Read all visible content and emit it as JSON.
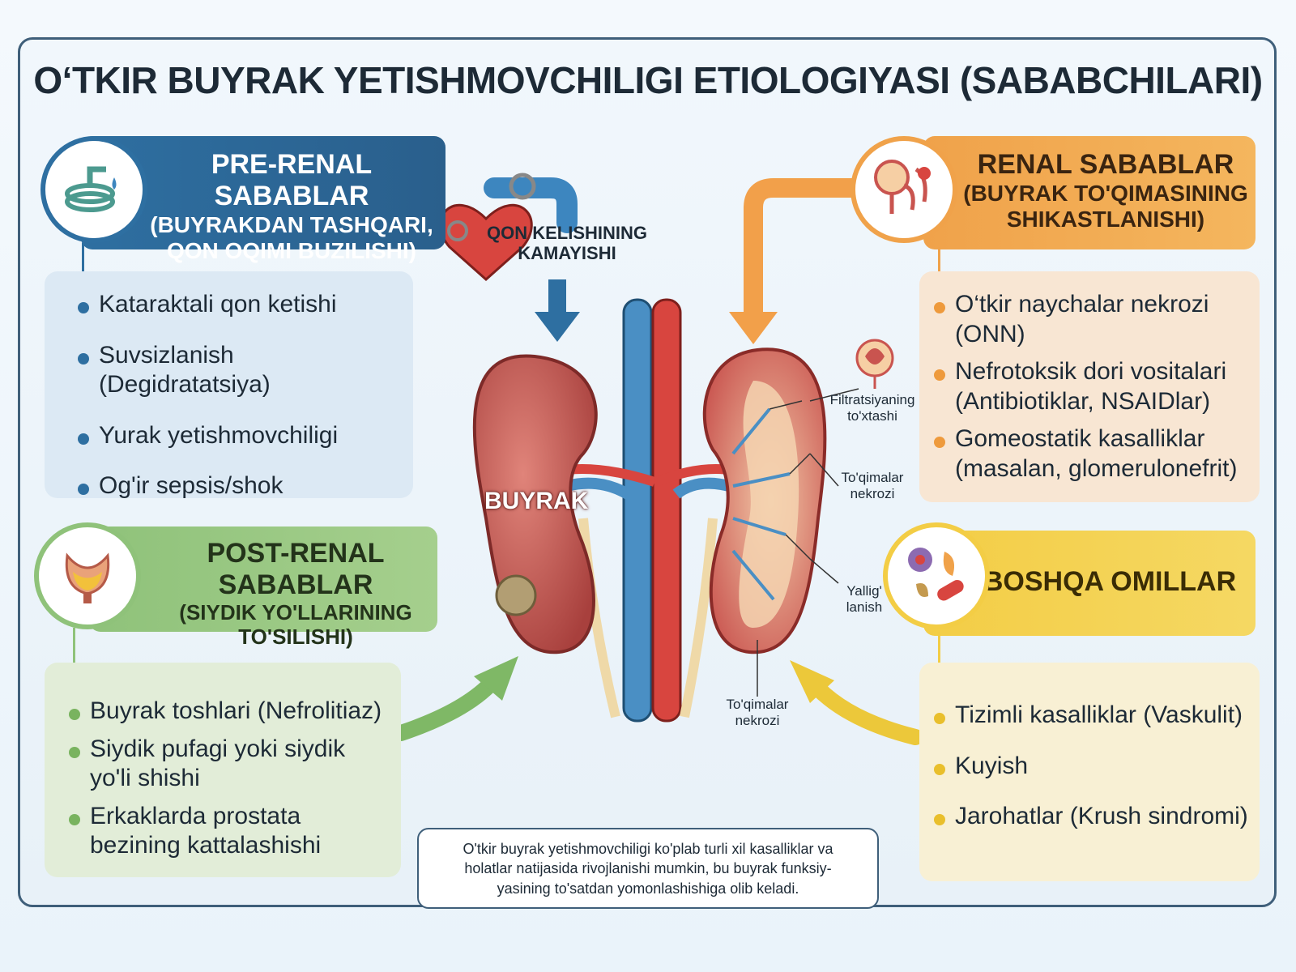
{
  "title": "O‘TKIR BUYRAK YETISHMOVCHILIGI ETIOLOGIYASI (SABABCHILARI)",
  "pre_renal": {
    "title": "PRE-RENAL SABABLAR",
    "subtitle_1": "(BUYRAKDAN TASHQARI,",
    "subtitle_2": "QON OQIMI BUZILISHI)",
    "items": [
      "Kataraktali qon ketishi",
      "Suvsizlanish (Degidratatsiya)",
      "Yurak yetishmovchiligi",
      "Og'ir sepsis/shok"
    ]
  },
  "renal": {
    "title": "RENAL SABABLAR",
    "subtitle_1": "(BUYRAK TO'QIMASINING",
    "subtitle_2": "SHIKASTLANISHI)",
    "items": [
      "O‘tkir naychalar nekrozi (ONN)",
      "Nefrotoksik dori vositalari (Antibiotiklar, NSAIDlar)",
      "Gomeostatik kasalliklar (masalan, glomerulonefrit)"
    ]
  },
  "post_renal": {
    "title": "POST-RENAL SABABLAR",
    "subtitle_1": "(SIYDIK YO'LLARINING",
    "subtitle_2": "TO'SILISHI)",
    "items": [
      "Buyrak toshlari (Nefrolitiaz)",
      "Siydik pufagi yoki siydik yo'li shishi",
      "Erkaklarda prostata bezining kattalashishi"
    ]
  },
  "other": {
    "title": "BOSHQA OMILLAR",
    "items": [
      "Tizimli kasalliklar (Vaskulit)",
      "Kuyish",
      "Jarohatlar (Krush sindromi)"
    ]
  },
  "flow_label_1": "QON KELISHINING",
  "flow_label_2": "KAMAYISHI",
  "kidney_label": "BUYRAK",
  "annotations": {
    "filtration_1": "Filtratsiyaning",
    "filtration_2": "to'xtashi",
    "necrosis_1": "To'qimalar",
    "necrosis_2": "nekrozi",
    "inflammation_1": "Yallig'",
    "inflammation_2": "lanish",
    "necrosis_low_1": "To'qimalar",
    "necrosis_low_2": "nekrozi"
  },
  "note_line_1": "O'tkir buyrak yetishmovchiligi ko'plab turli xil kasalliklar va",
  "note_line_2": "holatlar natijasida rivojlanishi mumkin, bu buyrak funksiy-",
  "note_line_3": "yasining to'satdan yomonlashishiga olib keladi.",
  "colors": {
    "pre": "#2e6fa1",
    "renal": "#f0a24a",
    "post": "#8fc27a",
    "other": "#f3cd45",
    "kidney": "#c9544f",
    "artery": "#d8453f",
    "vein": "#4a8fc4"
  },
  "icons": {
    "pre": "hose-water-drop-icon",
    "heart": "heart-gears-icon",
    "renal": "nephron-icon",
    "post": "bladder-prostate-icon",
    "other": "microbes-pills-icon"
  }
}
